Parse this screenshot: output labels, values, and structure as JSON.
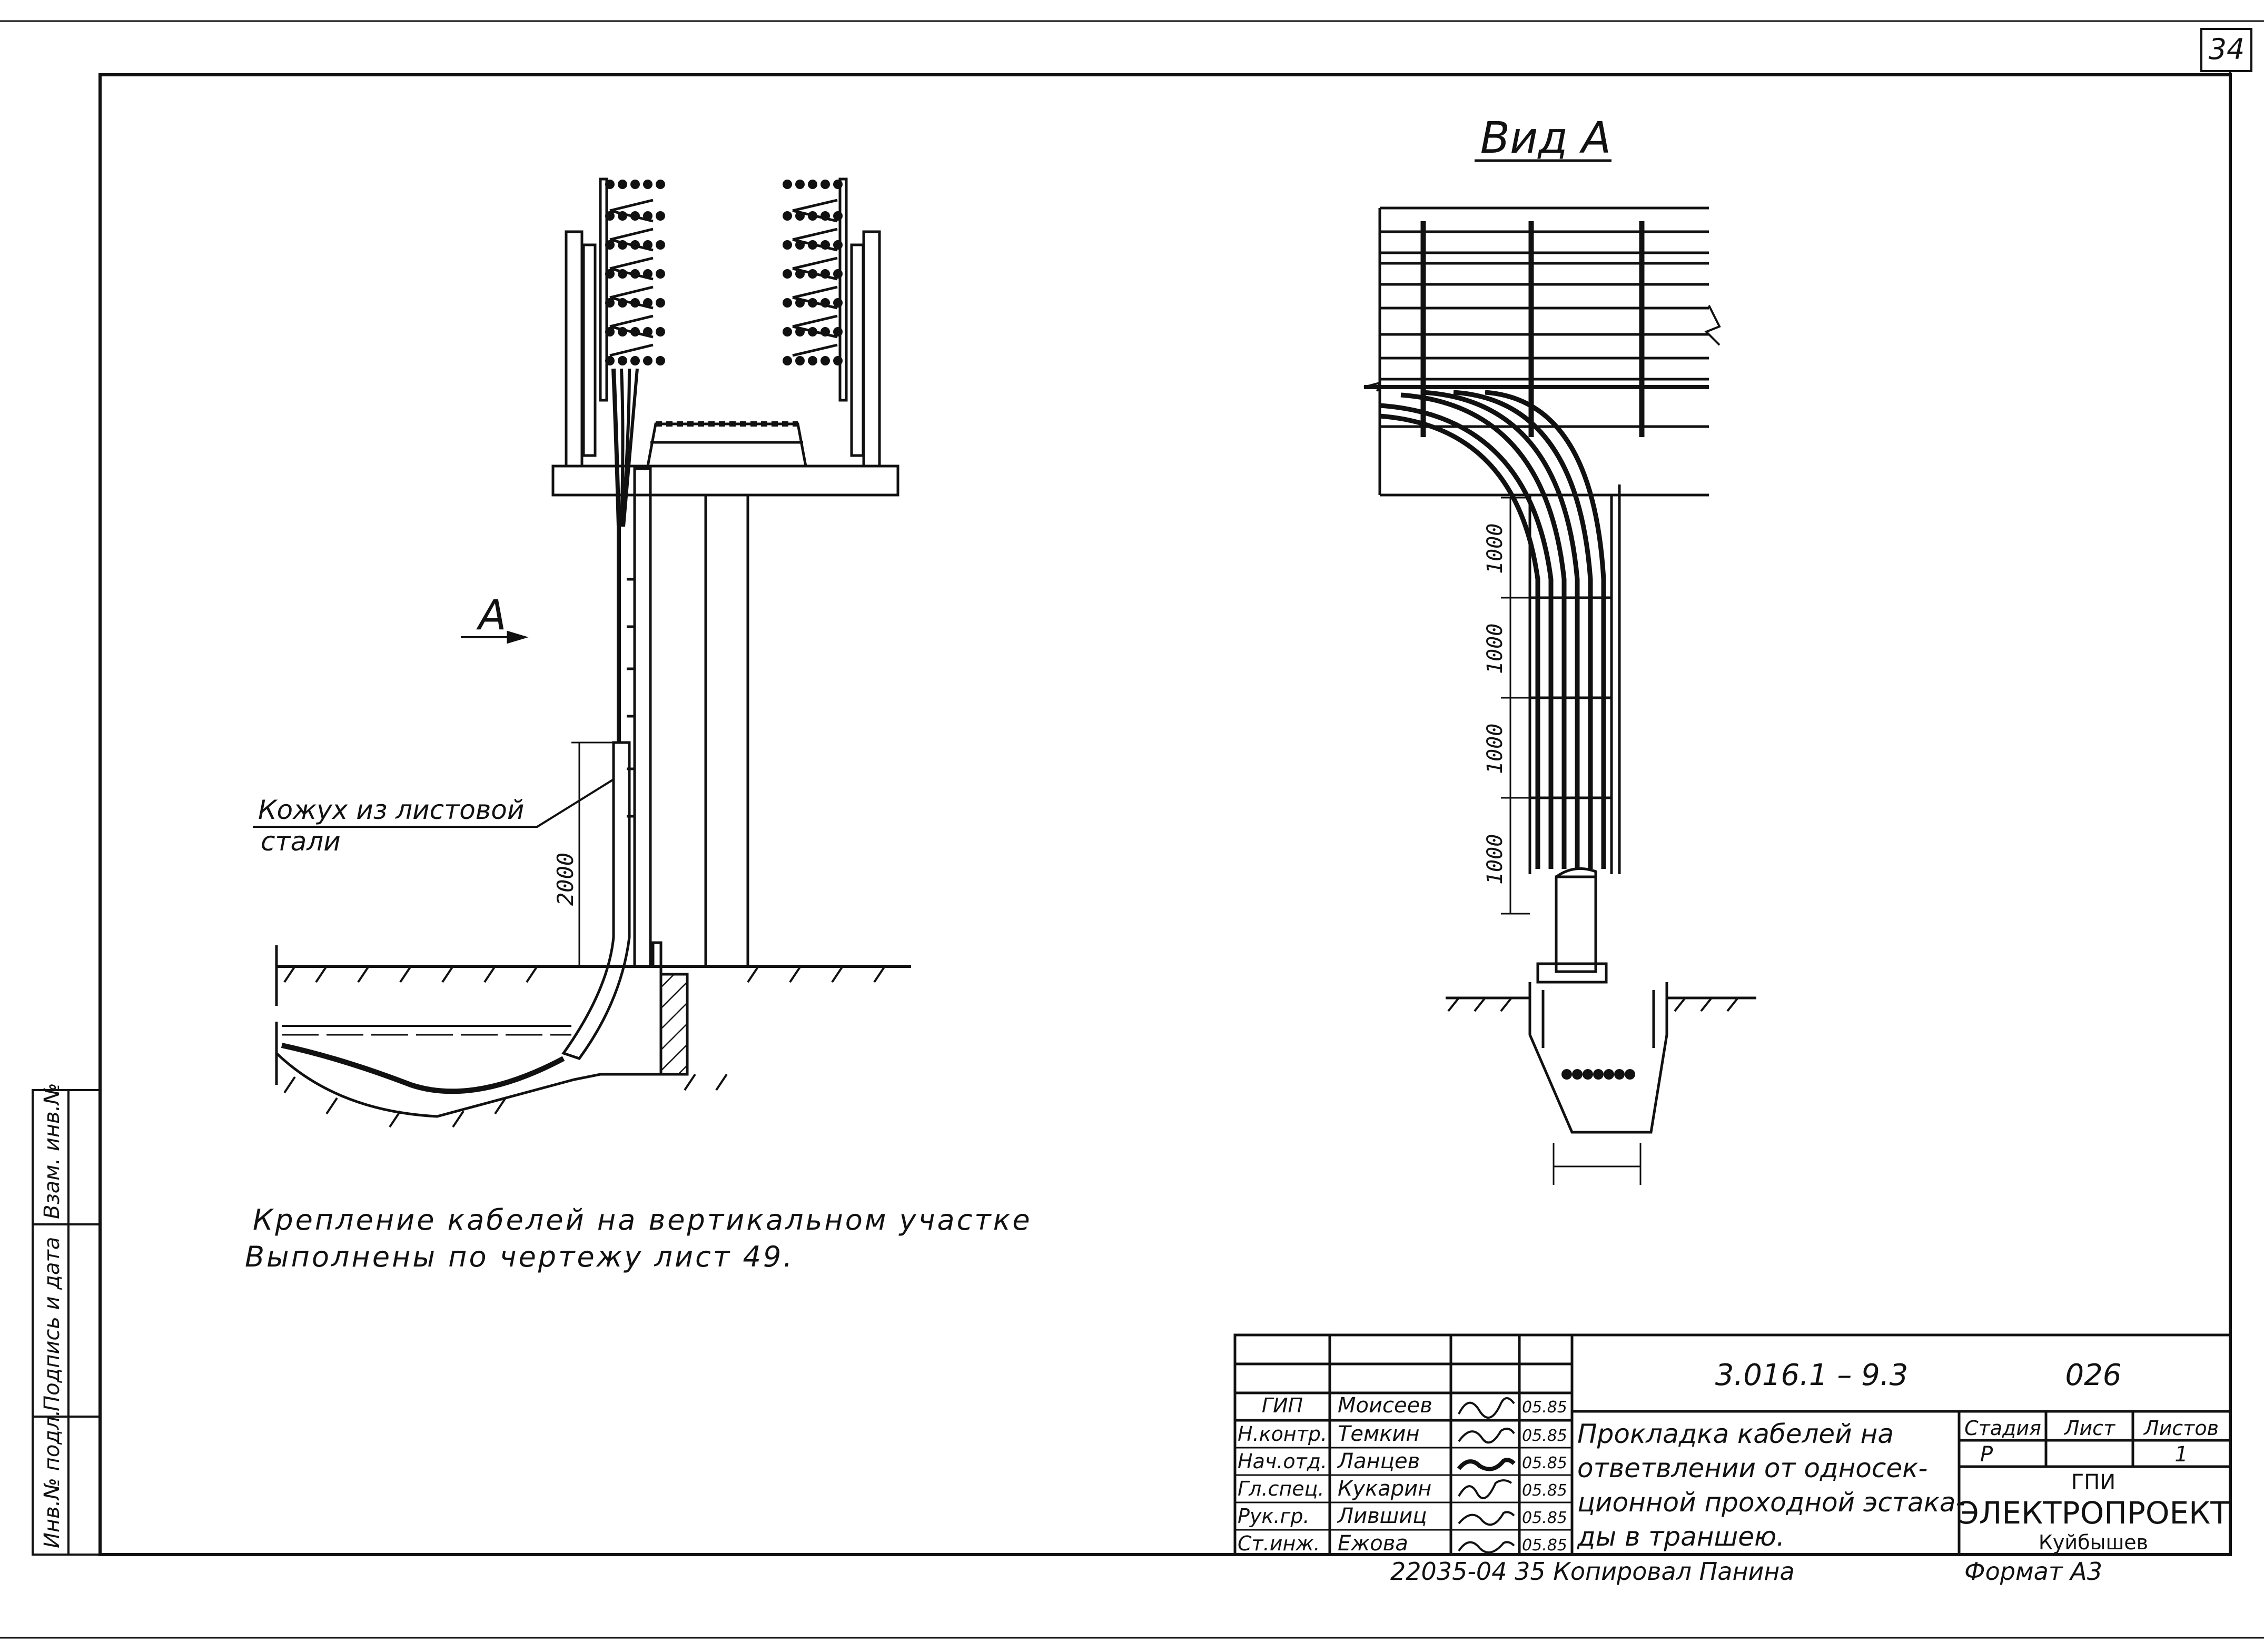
{
  "sheet": {
    "sheet_number": "34",
    "view_label": "Вид А",
    "section_marker": "А",
    "casing_label_line1": "Кожух из листовой",
    "casing_label_line2": "стали",
    "dim_left": "2000",
    "dims_right": [
      "1000",
      "1000",
      "1000",
      "1000"
    ],
    "note_line1": "Крепление кабелей на вертикальном участке",
    "note_line2": "Выполнены  по чертежу лист 49.",
    "copy_info": "22035-04  35  Копировал   Панина",
    "format": "Формат А3"
  },
  "title_block": {
    "designation": "3.016.1 – 9.3",
    "code": "026",
    "title_lines": [
      "Прокладка  кабелей  на",
      "ответвлении от односек-",
      "ционной проходной эстака-",
      "ды в траншею."
    ],
    "headers": {
      "stage": "Стадия",
      "sheet": "Лист",
      "sheets": "Листов"
    },
    "values": {
      "stage": "Р",
      "sheet": "",
      "sheets": "1"
    },
    "org_line1": "ГПИ",
    "org_line2": "ЭЛЕКТРОПРОЕКТ",
    "org_line3": "Куйбышев",
    "rows": [
      {
        "role": "ГИП",
        "name": "Моисеев",
        "sign": "",
        "date": "05.85"
      },
      {
        "role": "Н.контр.",
        "name": "Темкин",
        "sign": "",
        "date": "05.85"
      },
      {
        "role": "Нач.отд.",
        "name": "Ланцев",
        "sign": "",
        "date": "05.85"
      },
      {
        "role": "Гл.спец.",
        "name": "Кукарин",
        "sign": "",
        "date": "05.85"
      },
      {
        "role": "Рук.гр.",
        "name": "Лившиц",
        "sign": "",
        "date": "05.85"
      },
      {
        "role": "Ст.инж.",
        "name": "Ежова",
        "sign": "",
        "date": "05.85"
      }
    ]
  },
  "side_stamp": {
    "cells": [
      "Инв.№ подл.",
      "Подпись и дата",
      "Взам. инв.№"
    ]
  }
}
